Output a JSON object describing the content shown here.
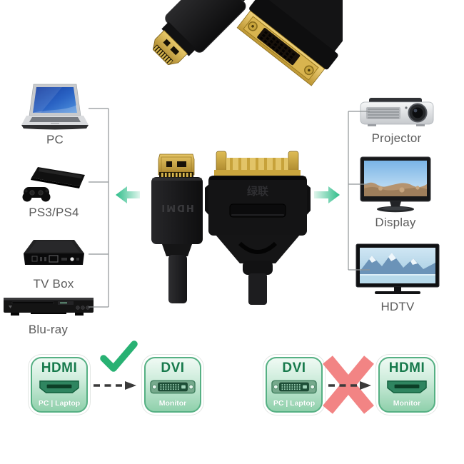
{
  "colors": {
    "background": "#ffffff",
    "accent_green": "#2ebd8a",
    "check_green": "#28b173",
    "cross_red": "#f28484",
    "card_border_green": "#55b083",
    "card_title_green": "#177a4c",
    "device_label_gray": "#5b5b5b",
    "bracket_gray": "#8f9496",
    "connector_gold": "#d4af4e",
    "cable_black": "#141415"
  },
  "center_product": {
    "hdmi_marking": "HDMI",
    "brand_marking": "绿联"
  },
  "source_devices": {
    "items": [
      {
        "label": "PC",
        "icon": "laptop-icon"
      },
      {
        "label": "PS3/PS4",
        "icon": "game-console-icon"
      },
      {
        "label": "TV Box",
        "icon": "tv-box-icon"
      },
      {
        "label": "Blu-ray",
        "icon": "blu-ray-player-icon"
      }
    ]
  },
  "display_devices": {
    "items": [
      {
        "label": "Projector",
        "icon": "projector-icon"
      },
      {
        "label": "Display",
        "icon": "display-monitor-icon"
      },
      {
        "label": "HDTV",
        "icon": "hdtv-icon"
      }
    ]
  },
  "direction_diagram": {
    "correct": {
      "source": {
        "title": "HDMI",
        "subtitle": "PC | Laptop",
        "port_icon": "hdmi-port-icon"
      },
      "target": {
        "title": "DVI",
        "subtitle": "Monitor",
        "port_icon": "dvi-port-icon"
      },
      "verdict_icon": "check-icon"
    },
    "incorrect": {
      "source": {
        "title": "DVI",
        "subtitle": "PC | Laptop",
        "port_icon": "dvi-port-icon"
      },
      "target": {
        "title": "HDMI",
        "subtitle": "Monitor",
        "port_icon": "hdmi-port-icon"
      },
      "verdict_icon": "cross-icon"
    }
  }
}
